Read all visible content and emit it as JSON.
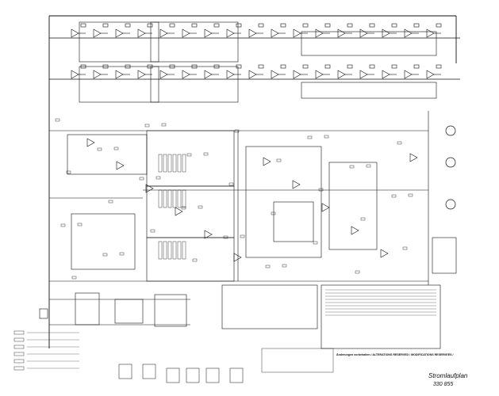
{
  "title_block": {
    "title": "Stromlaufplan",
    "drawing_number": "330 855",
    "notice": "Änderungen vorbehalten / ALTERATIONS RESERVED / MODIFICATIONS RESERVEES /"
  },
  "colors": {
    "ink": "#111111",
    "paper": "#ffffff"
  }
}
